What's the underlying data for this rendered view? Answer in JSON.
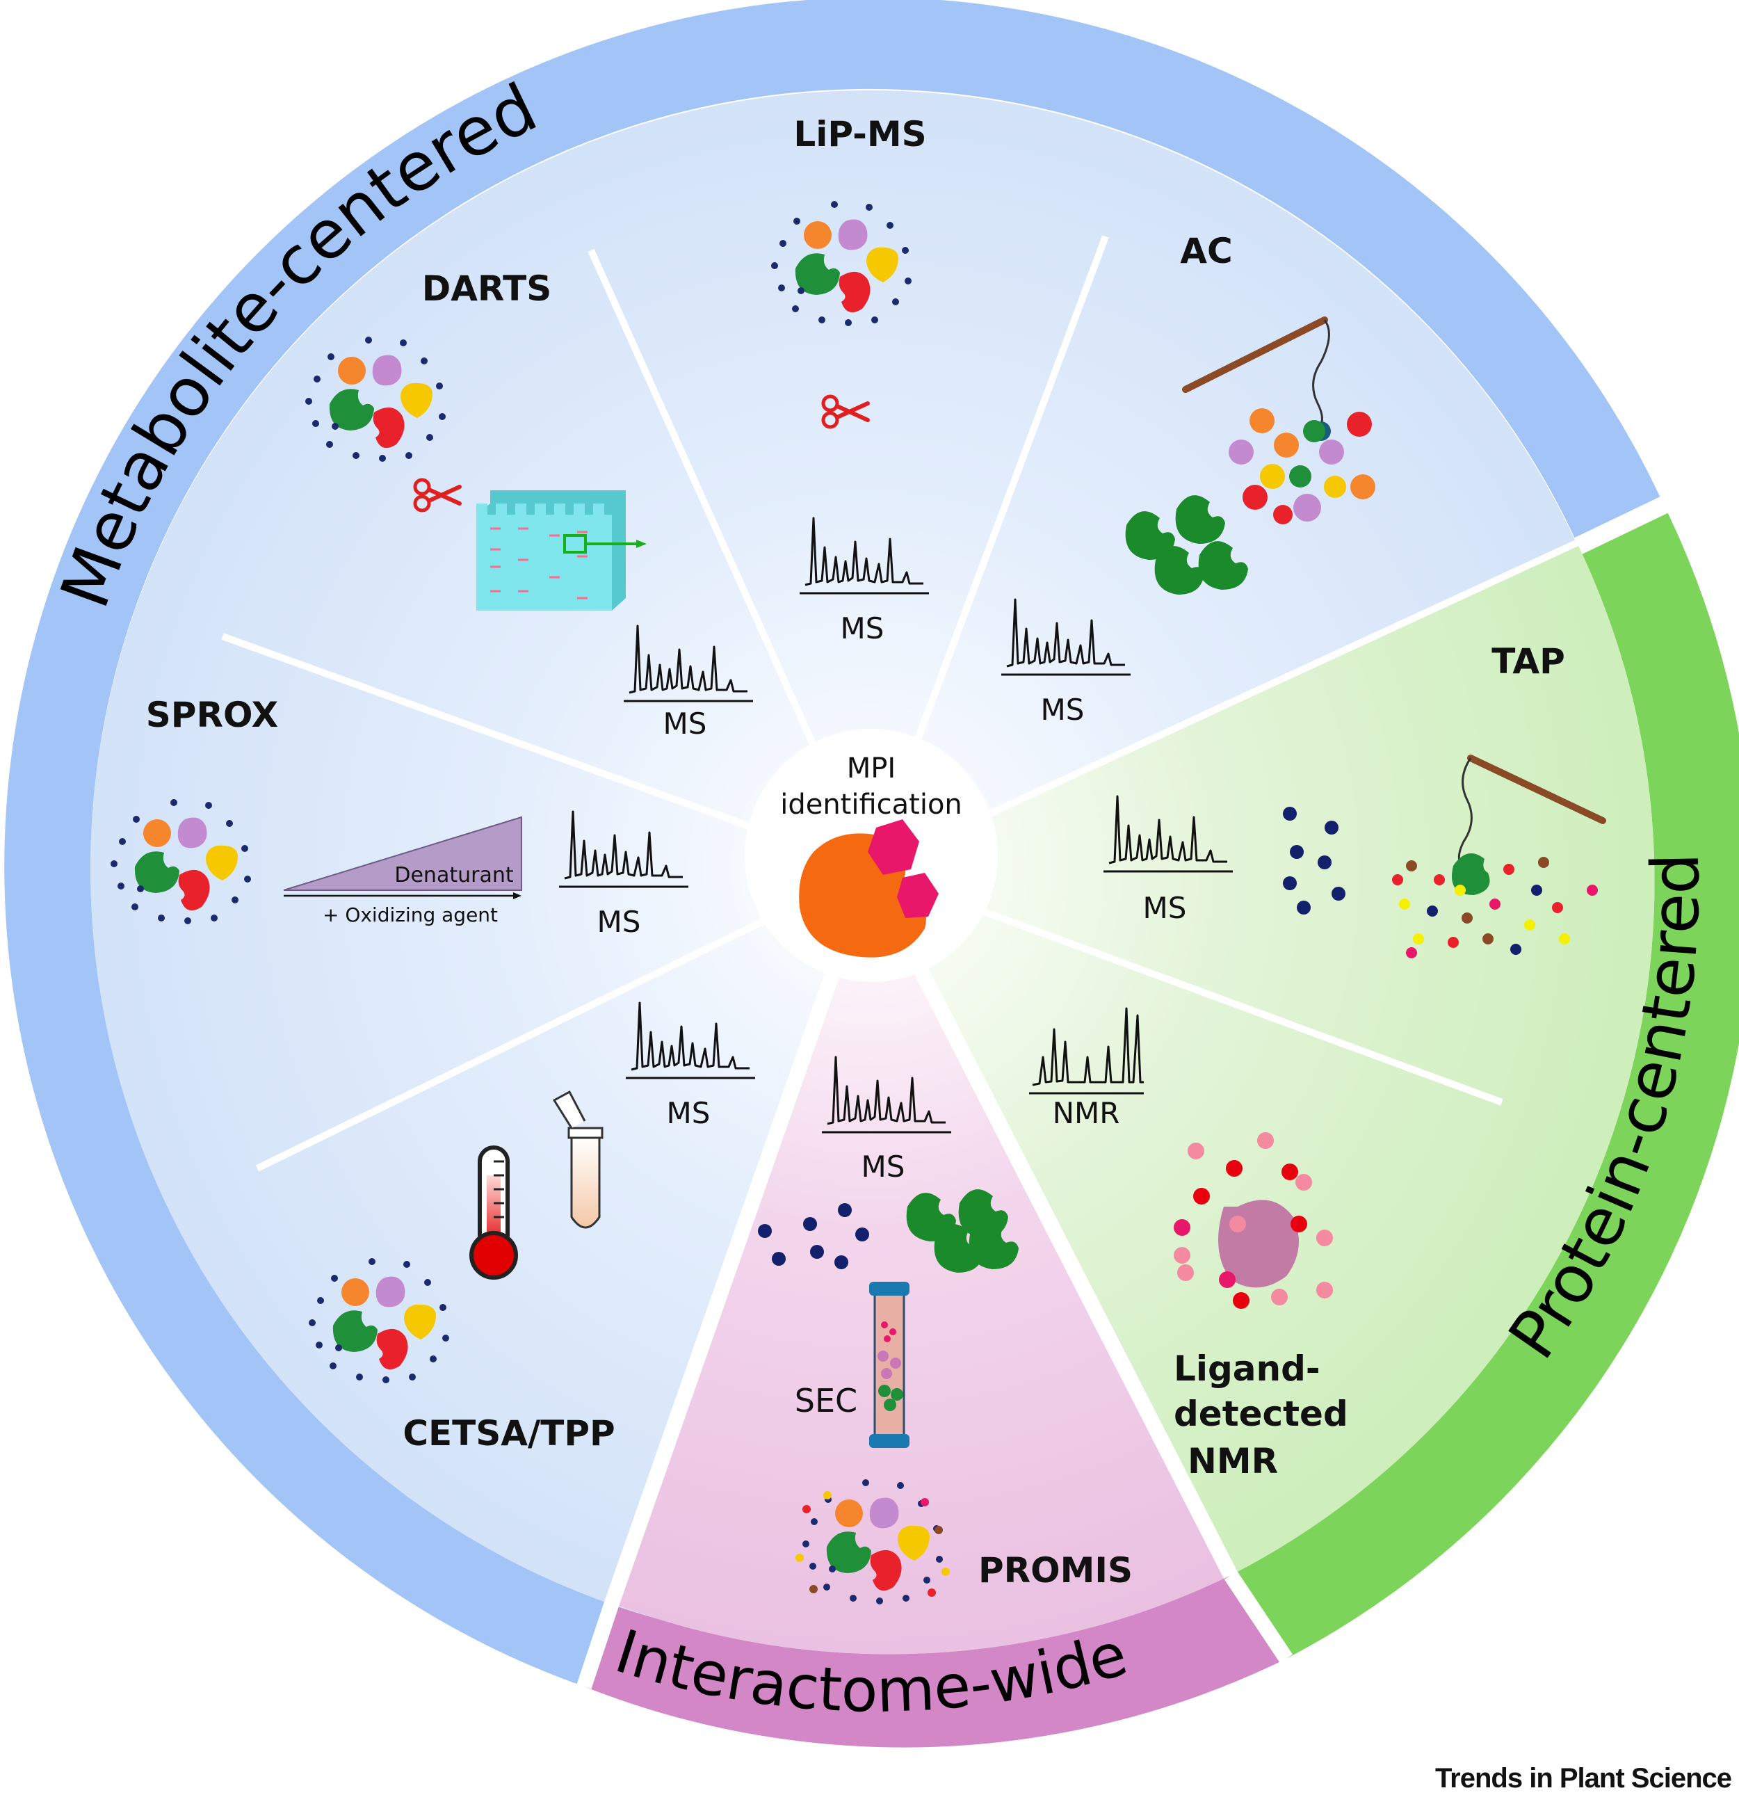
{
  "center": {
    "line1": "MPI",
    "line2": "identification"
  },
  "ring_labels": {
    "metabolite": "Metabolite-centered",
    "protein": "Protein-centered",
    "interactome": "Interactome-wide"
  },
  "methods": {
    "lipms": "LiP-MS",
    "darts": "DARTS",
    "ac": "AC",
    "sprox": "SPROX",
    "tap": "TAP",
    "cetsa": "CETSA/TPP",
    "promis": "PROMIS",
    "ligand1": "Ligand-",
    "ligand2": "detected",
    "ligand3": "NMR"
  },
  "readouts": {
    "ms": "MS",
    "nmr": "NMR",
    "sec": "SEC"
  },
  "sprox": {
    "denaturant": "Denaturant",
    "oxidizing": "+ Oxidizing agent"
  },
  "footer": {
    "source": "Trends in Plant Science"
  },
  "colors": {
    "ring_metabolite": "#a5c5f5",
    "ring_protein": "#7ed65a",
    "ring_interactome": "#d18ac6",
    "sector_blue": "#d7e6fa",
    "sector_green": "#d4efc5",
    "sector_pink": "#efc6e5"
  }
}
